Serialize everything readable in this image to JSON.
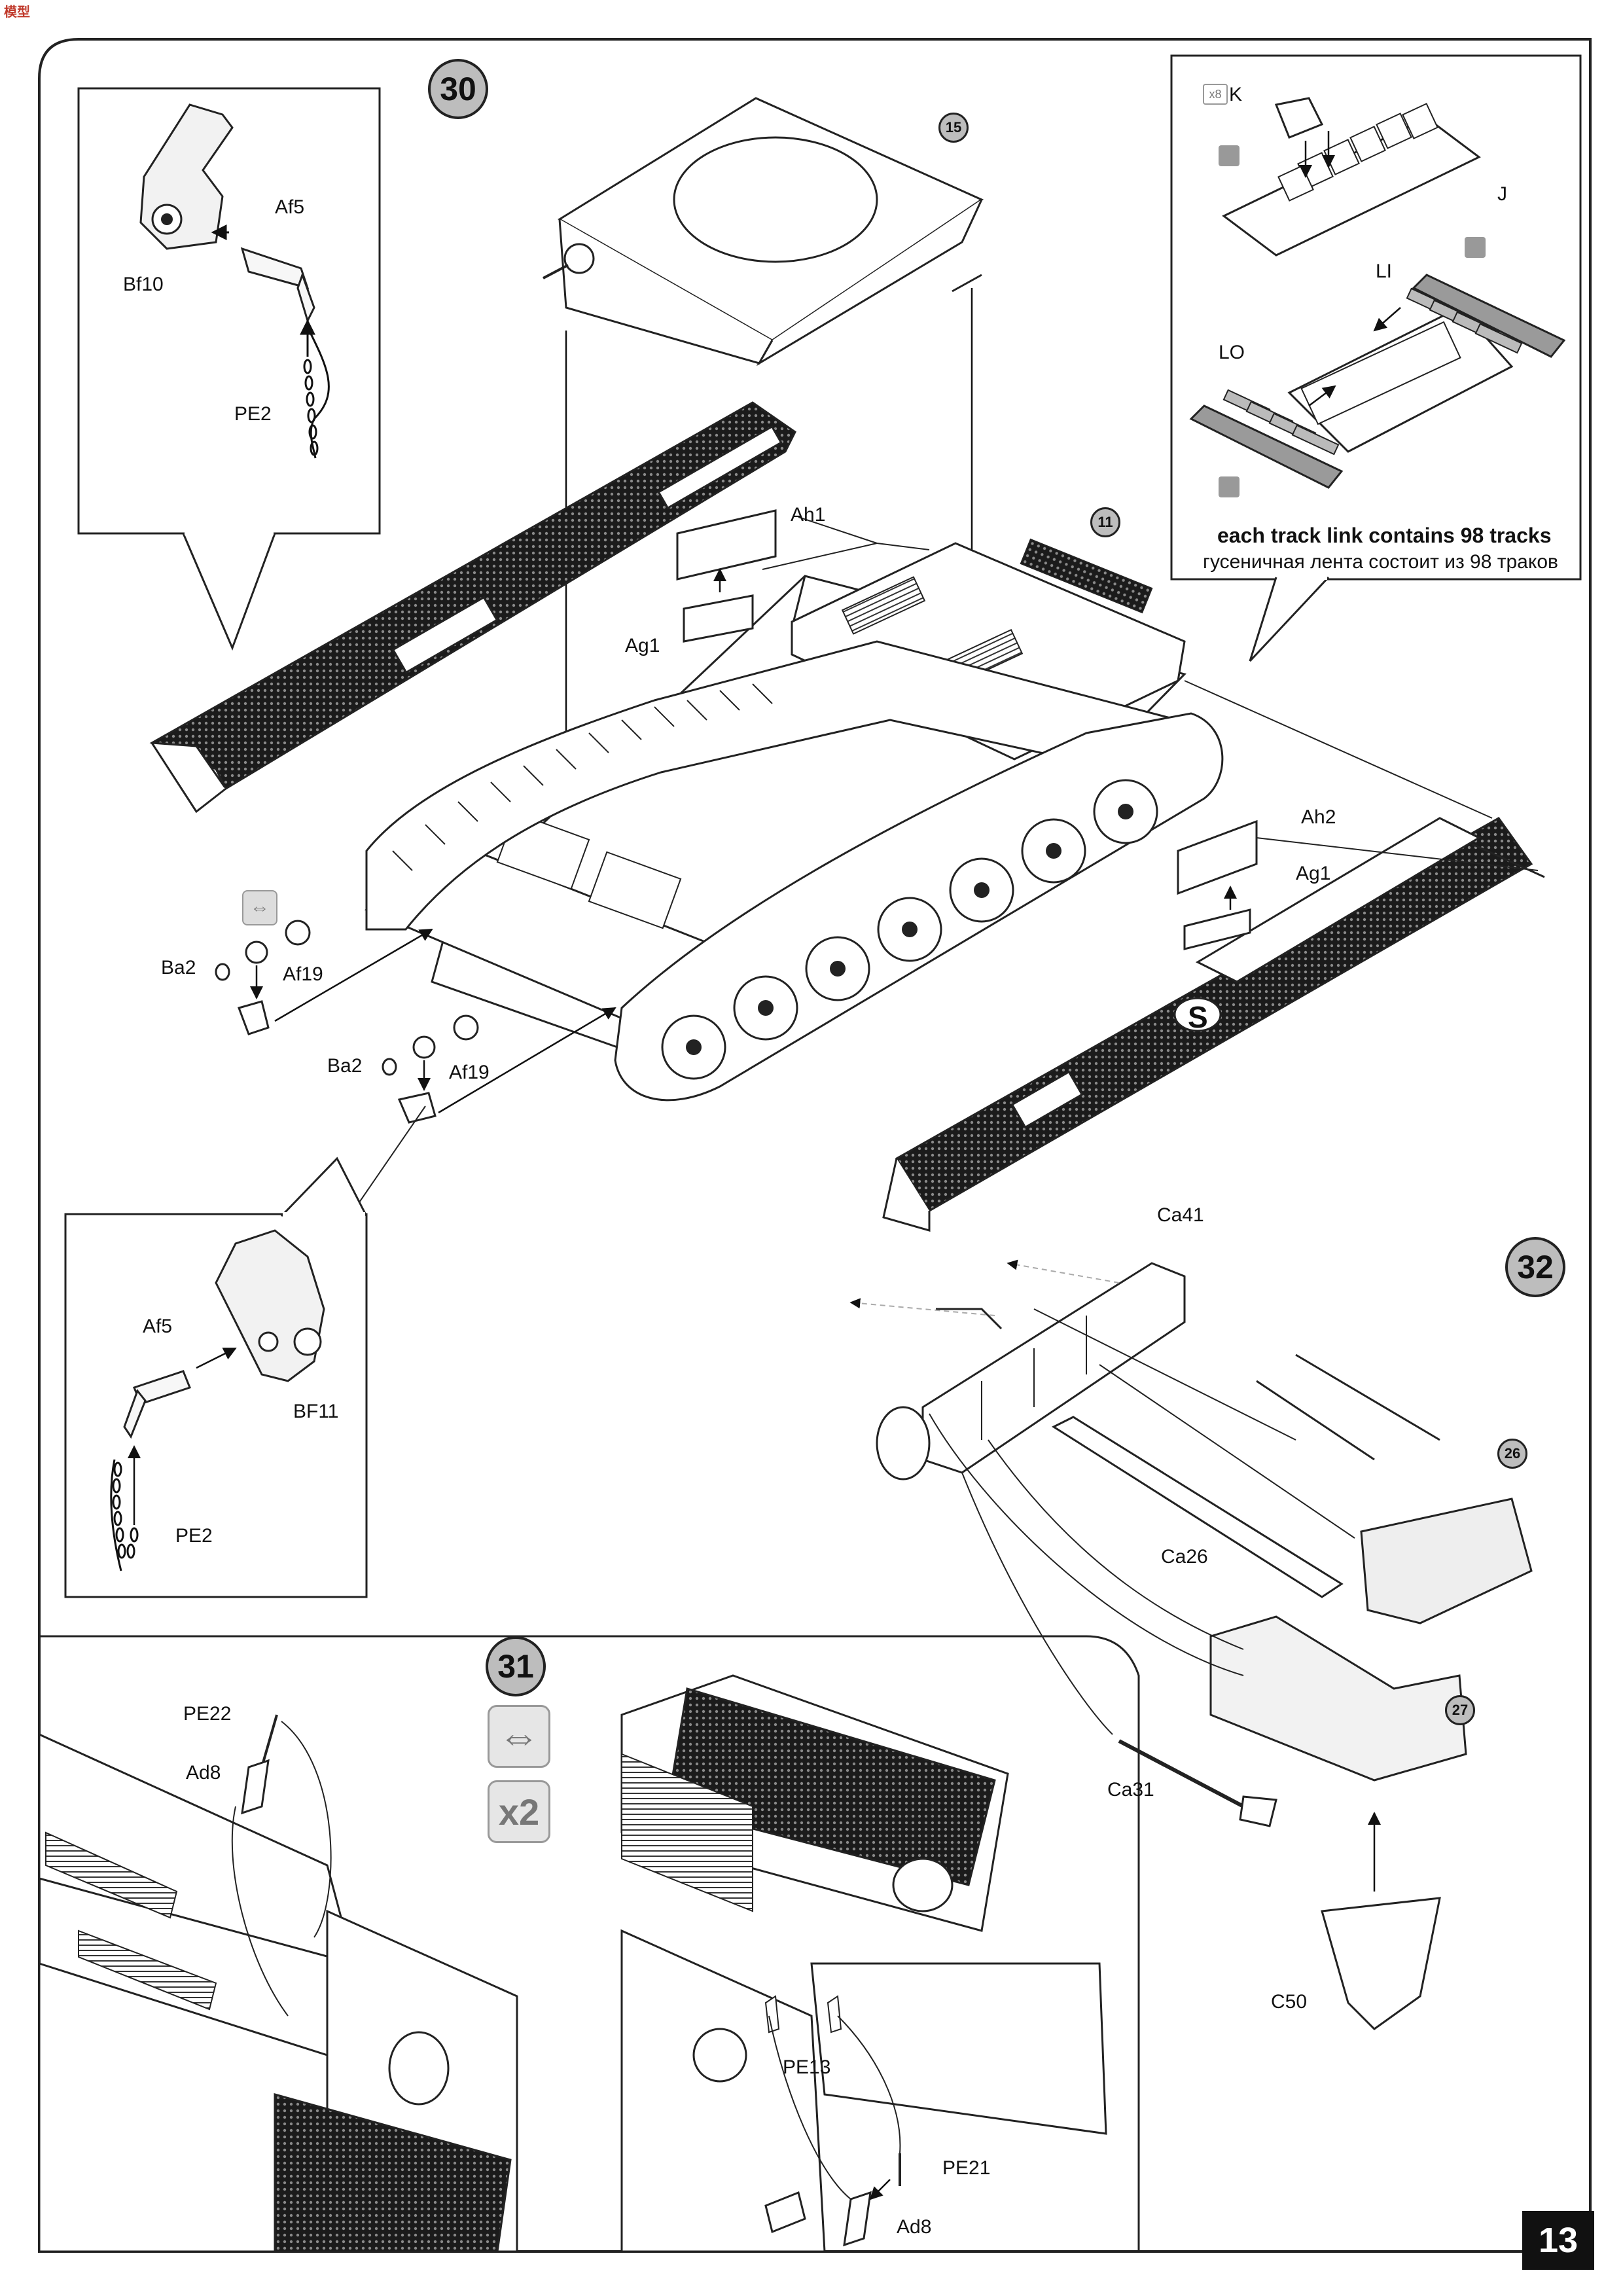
{
  "page": {
    "number": "13",
    "logo_text": "模型"
  },
  "steps": {
    "s30": "30",
    "s31": "31",
    "s32": "32"
  },
  "sub_refs": {
    "r15": "15",
    "r11": "11",
    "r26": "26",
    "r27": "27"
  },
  "track_note": {
    "en": "each track link contains 98 tracks",
    "ru": "гусеничная лента состоит из 98 траков"
  },
  "icons": {
    "x8": "x8",
    "x2": "x2",
    "mirror_icon": "mirror-both-sides-icon",
    "glue_icon": "glue-icon"
  },
  "labels": {
    "K": "K",
    "J": "J",
    "LI": "LI",
    "LO": "LO",
    "Af5_top": "Af5",
    "Bf10": "Bf10",
    "PE2_top": "PE2",
    "Ah1": "Ah1",
    "Ag1_left": "Ag1",
    "Ah2": "Ah2",
    "Ag1_right": "Ag1",
    "Ba2_a": "Ba2",
    "Af19_a": "Af19",
    "Ba2_b": "Ba2",
    "Af19_b": "Af19",
    "Af5_bot": "Af5",
    "BF11": "BF11",
    "PE2_bot": "PE2",
    "Ca41": "Ca41",
    "Ca26": "Ca26",
    "Ca31": "Ca31",
    "C50": "C50",
    "PE22": "PE22",
    "Ad8_a": "Ad8",
    "PE13": "PE13",
    "PE21": "PE21",
    "Ad8_b": "Ad8"
  },
  "colors": {
    "step_circle": "#bdbdbd",
    "line": "#222222",
    "panel_bg": "#ffffff"
  }
}
